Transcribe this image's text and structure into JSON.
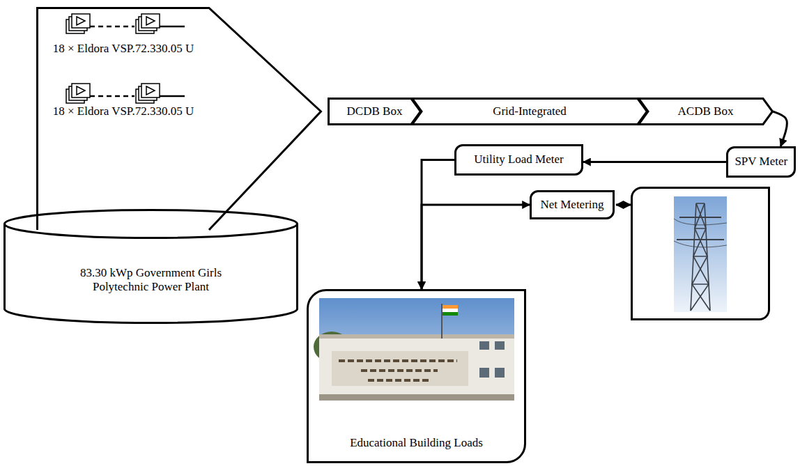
{
  "diagram": {
    "nodes": [
      {
        "text": [
          "18 × Eldora VSP.72.330.05 U",
          "18 × Eldora VSP.72.330.05 U"
        ]
      },
      {
        "text": [
          "83.30 kWp Government Girls Polytechnic Power Plant"
        ]
      },
      {
        "text": [
          "DCDB Box"
        ]
      },
      {
        "text": [
          "Grid-Integrated"
        ]
      },
      {
        "text": [
          "ACDB Box"
        ]
      },
      {
        "text": [
          "SPV Meter"
        ]
      },
      {
        "text": [
          "Utility Load Meter"
        ]
      },
      {
        "text": [
          "Net Metering"
        ]
      },
      {
        "text": [
          "Educational Building Loads"
        ]
      }
    ],
    "edges": [
      {
        "from": 4,
        "to": 5,
        "arrow": "to"
      },
      {
        "from": 5,
        "to": 6,
        "arrow": "to"
      },
      {
        "from": 6,
        "to": 8,
        "arrow": "to"
      },
      {
        "from": 7,
        "to": 8,
        "arrow": "both"
      }
    ]
  }
}
